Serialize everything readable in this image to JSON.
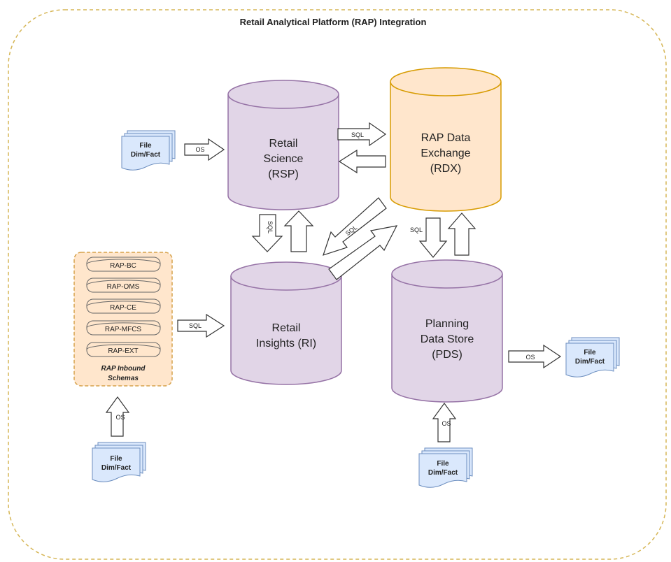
{
  "title": "Retail Analytical Platform (RAP) Integration",
  "colors": {
    "frame": "#d6b656",
    "purple_fill": "#e1d5e7",
    "purple_stroke": "#9673a6",
    "orange_fill": "#ffe6cc",
    "orange_stroke": "#d79b00",
    "schema_stroke": "#d6a24c",
    "doc_fill": "#dae8fc",
    "doc_stroke": "#6c8ebf"
  },
  "databases": {
    "rsp": {
      "line1": "Retail",
      "line2": "Science",
      "line3": "(RSP)"
    },
    "rdx": {
      "line1": "RAP Data",
      "line2": "Exchange",
      "line3": "(RDX)"
    },
    "ri": {
      "line1": "Retail",
      "line2": "Insights (RI)"
    },
    "pds": {
      "line1": "Planning",
      "line2": "Data Store",
      "line3": "(PDS)"
    }
  },
  "schemas": {
    "items": [
      "RAP-BC",
      "RAP-OMS",
      "RAP-CE",
      "RAP-MFCS",
      "RAP-EXT"
    ],
    "caption_line1": "RAP Inbound",
    "caption_line2": "Schemas"
  },
  "files": {
    "line1": "File",
    "line2": "Dim/Fact"
  },
  "arrows": {
    "os": "OS",
    "sql": "SQL"
  }
}
